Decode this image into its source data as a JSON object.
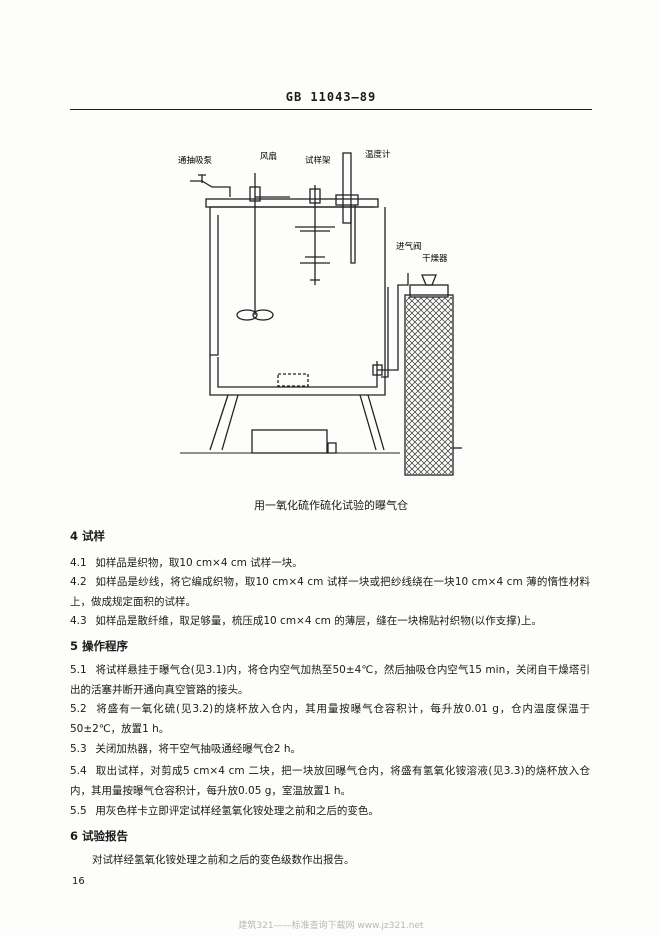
{
  "header": {
    "standard_code": "GB 11043—89"
  },
  "figure": {
    "labels": {
      "pump": "通抽吸泵",
      "fan": "风扇",
      "rack": "试样架",
      "thermometer": "温度计",
      "valve": "进气阀",
      "dryer": "干燥器"
    },
    "caption": "用一氧化硫作硫化试验的曝气仓"
  },
  "sections": {
    "s4": {
      "title": "4  试样",
      "items": [
        {
          "num": "4.1",
          "text": "如样品是织物，取10 cm×4 cm 试样一块。"
        },
        {
          "num": "4.2",
          "text": "如样品是纱线，将它编成织物，取10 cm×4 cm 试样一块或把纱线绕在一块10 cm×4 cm 薄的惰性材料上，做成规定面积的试样。"
        },
        {
          "num": "4.3",
          "text": "如样品是散纤维，取足够量，梳压成10 cm×4 cm 的薄层，缝在一块棉贴衬织物(以作支撑)上。"
        }
      ]
    },
    "s5": {
      "title": "5  操作程序",
      "items": [
        {
          "num": "5.1",
          "text": "将试样悬挂于曝气仓(见3.1)内，将仓内空气加热至50±4℃，然后抽吸仓内空气15 min，关闭自干燥塔引出的活塞并断开通向真空管路的接头。"
        },
        {
          "num": "5.2",
          "text": "将盛有一氧化硫(见3.2)的烧杯放入仓内，其用量按曝气仓容积计，每升放0.01 g，仓内温度保温于50±2℃，放置1 h。"
        },
        {
          "num": "5.3",
          "text": "关闭加热器，将干空气抽吸通经曝气仓2 h。"
        },
        {
          "num": "5.4",
          "text": "取出试样，对剪成5 cm×4 cm 二块，把一块放回曝气仓内，将盛有氢氧化铵溶液(见3.3)的烧杯放入仓内，其用量按曝气仓容积计，每升放0.05 g，室温放置1 h。"
        },
        {
          "num": "5.5",
          "text": "用灰色样卡立即评定试样经氢氧化铵处理之前和之后的变色。"
        }
      ]
    },
    "s6": {
      "title": "6  试验报告",
      "body": "对试样经氢氧化铵处理之前和之后的变色级数作出报告。"
    }
  },
  "footer": {
    "page_number": "16",
    "watermark": "建筑321——标准查询下载网  www.jz321.net"
  }
}
